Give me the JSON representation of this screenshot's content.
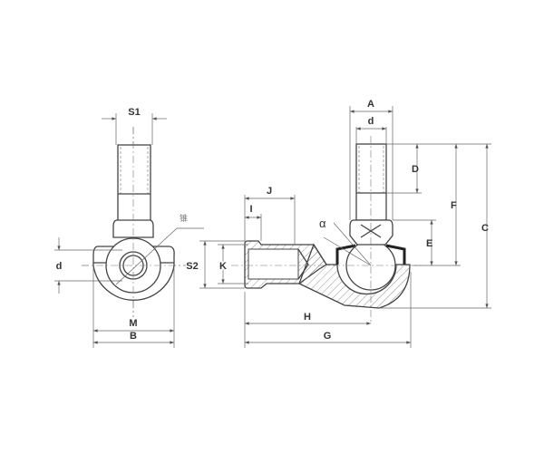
{
  "drawing": {
    "front_view": {
      "labels": {
        "S1": "S1",
        "d": "d",
        "M": "M",
        "B": "B",
        "note": "锥"
      }
    },
    "section_view": {
      "labels": {
        "A": "A",
        "d": "d",
        "D": "D",
        "F": "F",
        "C": "C",
        "E": "E",
        "alpha": "α",
        "J": "J",
        "I": "I",
        "S2": "S2",
        "K": "K",
        "H": "H",
        "G": "G"
      }
    }
  }
}
